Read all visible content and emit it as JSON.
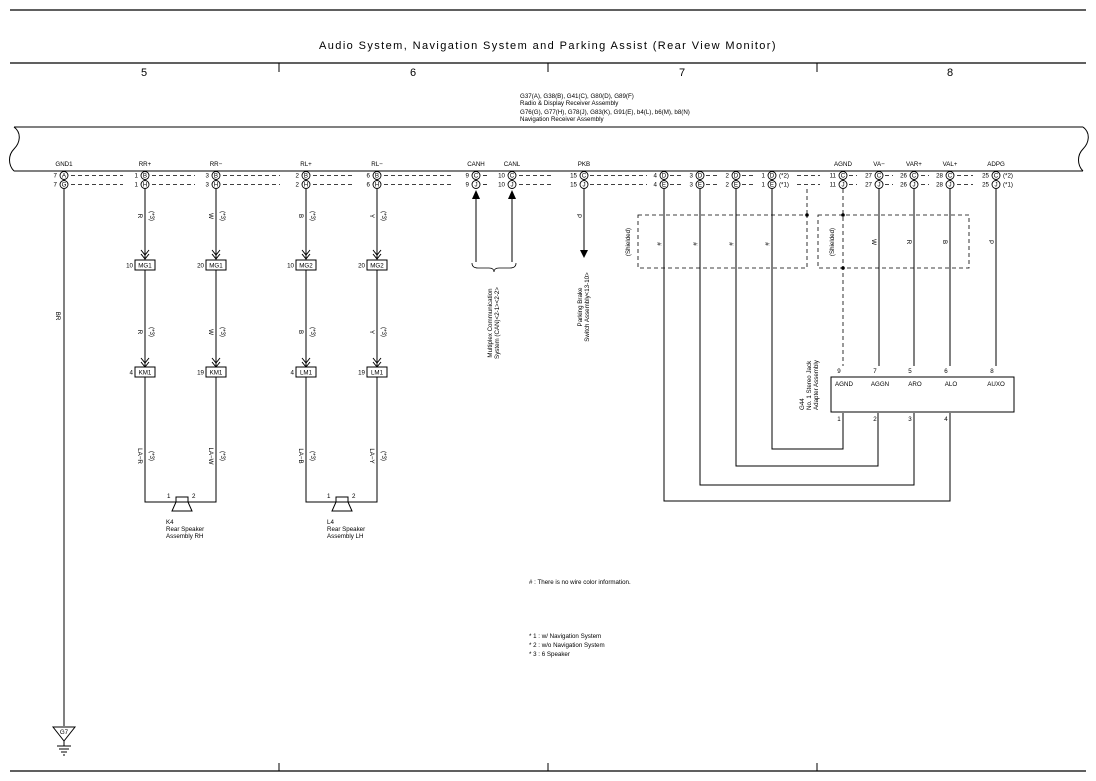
{
  "title": "Audio System,  Navigation System and Parking Assist (Rear View Monitor)",
  "columns": [
    "5",
    "6",
    "7",
    "8"
  ],
  "receiver": {
    "line1": "G37(A), G38(B), G41(C), G80(D), G89(F)",
    "line2": "Radio & Display Receiver Assembly",
    "line3": "G76(G), G77(H), G78(J), G83(K), G91(E), b4(L), b6(M), b8(N)",
    "line4": "Navigation Receiver Assembly"
  },
  "terminals": [
    {
      "name": "GND1",
      "pin1": "7",
      "con1": "A",
      "pin2": "7",
      "con2": "G"
    },
    {
      "name": "RR+",
      "pin1": "1",
      "con1": "B",
      "pin2": "1",
      "con2": "H"
    },
    {
      "name": "RR−",
      "pin1": "3",
      "con1": "B",
      "pin2": "3",
      "con2": "H"
    },
    {
      "name": "RL+",
      "pin1": "2",
      "con1": "B",
      "pin2": "2",
      "con2": "H"
    },
    {
      "name": "RL−",
      "pin1": "6",
      "con1": "B",
      "pin2": "6",
      "con2": "H"
    },
    {
      "name": "CANH",
      "pin1": "9",
      "con1": "C",
      "pin2": "9",
      "con2": "J"
    },
    {
      "name": "CANL",
      "pin1": "10",
      "con1": "C",
      "pin2": "10",
      "con2": "J"
    },
    {
      "name": "PKB",
      "pin1": "15",
      "con1": "C",
      "pin2": "15",
      "con2": "J"
    },
    {
      "name": "",
      "pin1": "4",
      "con1": "D",
      "pin2": "4",
      "con2": "E"
    },
    {
      "name": "",
      "pin1": "3",
      "con1": "D",
      "pin2": "3",
      "con2": "E"
    },
    {
      "name": "",
      "pin1": "2",
      "con1": "D",
      "pin2": "2",
      "con2": "E"
    },
    {
      "name": "",
      "pin1": "1",
      "con1": "D",
      "pin2": "1",
      "con2": "E",
      "suf1": "(*2)",
      "suf2": "(*1)"
    },
    {
      "name": "AGND",
      "pin1": "11",
      "con1": "C",
      "pin2": "11",
      "con2": "J"
    },
    {
      "name": "VA−",
      "pin1": "27",
      "con1": "C",
      "pin2": "27",
      "con2": "J"
    },
    {
      "name": "VAR+",
      "pin1": "26",
      "con1": "C",
      "pin2": "26",
      "con2": "J"
    },
    {
      "name": "VAL+",
      "pin1": "28",
      "con1": "C",
      "pin2": "28",
      "con2": "J"
    },
    {
      "name": "ADPG",
      "pin1": "25",
      "con1": "C",
      "pin2": "25",
      "con2": "J",
      "suf1": "(*2)",
      "suf2": "(*1)"
    }
  ],
  "wires": {
    "gnd": "BR",
    "rr_plus": {
      "color": "R",
      "note": "(*3)",
      "lower": "LA−R"
    },
    "rr_minus": {
      "color": "W",
      "note": "(*3)",
      "lower": "LA−W"
    },
    "rl_plus": {
      "color": "B",
      "note": "(*3)",
      "lower": "LA−B"
    },
    "rl_minus": {
      "color": "Y",
      "note": "(*3)",
      "lower": "LA−Y"
    },
    "pkb": "P",
    "shield_marks": [
      "#",
      "#",
      "#",
      "#"
    ],
    "shielded": "(Shielded)",
    "av": [
      "W",
      "R",
      "B",
      "P"
    ]
  },
  "connectors": {
    "mg1_a": {
      "pin": "10",
      "name": "MG1"
    },
    "mg1_b": {
      "pin": "20",
      "name": "MG1"
    },
    "mg2_a": {
      "pin": "10",
      "name": "MG2"
    },
    "mg2_b": {
      "pin": "20",
      "name": "MG2"
    },
    "km1_a": {
      "pin": "4",
      "name": "KM1"
    },
    "km1_b": {
      "pin": "19",
      "name": "KM1"
    },
    "lm1_a": {
      "pin": "4",
      "name": "LM1"
    },
    "lm1_b": {
      "pin": "19",
      "name": "LM1"
    }
  },
  "speakers": {
    "rh": {
      "pin1": "1",
      "pin2": "2",
      "line1": "K4",
      "line2": "Rear Speaker",
      "line3": "Assembly RH"
    },
    "lh": {
      "pin1": "1",
      "pin2": "2",
      "line1": "L4",
      "line2": "Rear Speaker",
      "line3": "Assembly LH"
    }
  },
  "can_ref": {
    "line1": "Multiplex Communication",
    "line2": "System (CAN)<2-1><2-2>"
  },
  "pkb_ref": {
    "line1": "Parking Brake",
    "line2": "Switch Assembly<13-10>"
  },
  "adapter": {
    "id": "G44",
    "name1": "No. 1 Stereo Jack",
    "name2": "Adapter Assembly",
    "top_pins": [
      "9",
      "7",
      "5",
      "6",
      "8"
    ],
    "labels": [
      "AGND",
      "AGGN",
      "ARO",
      "ALO",
      "AUXO"
    ],
    "bottom_pins": [
      "1",
      "2",
      "3",
      "4"
    ]
  },
  "ground": "G7",
  "notes": {
    "no_color": "# : There is no wire color information.",
    "n1": "* 1 : w/ Navigation System",
    "n2": "* 2 : w/o Navigation System",
    "n3": "* 3 : 6 Speaker"
  }
}
